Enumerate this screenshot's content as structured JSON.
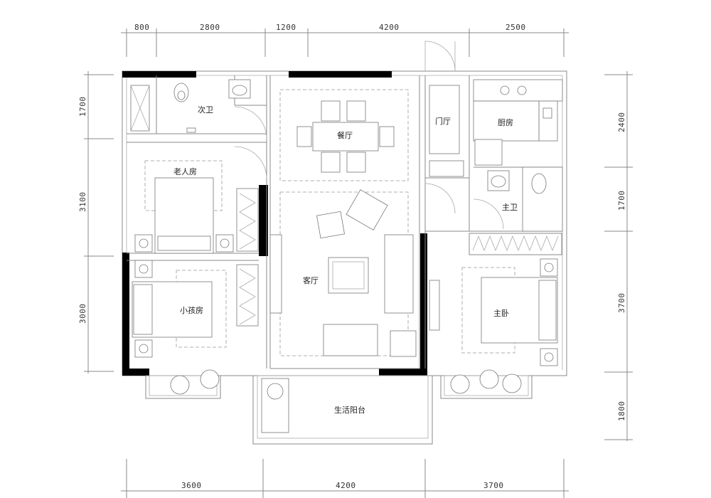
{
  "dimensions": {
    "top": [
      "800",
      "2800",
      "1200",
      "4200",
      "2500"
    ],
    "bottom": [
      "3600",
      "4200",
      "3700"
    ],
    "left": [
      "1700",
      "3100",
      "3000"
    ],
    "right": [
      "2400",
      "1700",
      "3700",
      "1800"
    ]
  },
  "rooms": {
    "secondary_bath": "次卫",
    "dining": "餐厅",
    "foyer": "门厅",
    "kitchen": "厨房",
    "elder_room": "老人房",
    "master_bath": "主卫",
    "living": "客厅",
    "child_room": "小孩房",
    "master_bedroom": "主卧",
    "balcony": "生活阳台"
  }
}
